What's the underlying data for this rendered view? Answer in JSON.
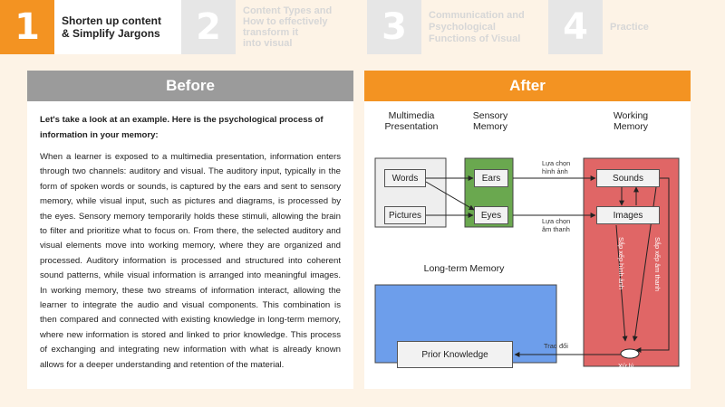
{
  "steps": [
    {
      "number": "1",
      "label_line1": "Shorten up content",
      "label_line2": "& Simplify Jargons"
    },
    {
      "number": "2",
      "label_line1": "Content Types and",
      "label_line2": "How to effectively",
      "label_line3": "transform it",
      "label_line4": "into visual"
    },
    {
      "number": "3",
      "label_line1": "Communication and",
      "label_line2": "Psychological",
      "label_line3": "Functions of Visual"
    },
    {
      "number": "4",
      "label_line1": "Practice"
    }
  ],
  "before": {
    "title": "Before",
    "intro": "Let's take a look at an example. Here is the psychological process of information in your memory:",
    "paragraph": "When a learner is exposed to a multimedia presentation, information enters through two channels: auditory and visual. The auditory input, typically in the form of spoken words or sounds, is captured by the ears and sent to sensory memory, while visual input, such as pictures and diagrams, is processed by the eyes. Sensory memory temporarily holds these stimuli, allowing the brain to filter and prioritize what to focus on. From there, the selected auditory and visual elements move into working memory, where they are organized and processed. Auditory information is processed and structured into coherent sound patterns, while visual information is arranged into meaningful images. In working memory, these two streams of information interact, allowing the learner to integrate the audio and visual components. This combination is then compared and connected with existing knowledge in long-term memory, where new information is stored and linked to prior knowledge. This process of exchanging and integrating new information with what is already known allows for a deeper understanding and retention of the material."
  },
  "after": {
    "title": "After",
    "diagram": {
      "multimedia_line1": "Multimedia",
      "multimedia_line2": "Presentation",
      "sensory_line1": "Sensory",
      "sensory_line2": "Memory",
      "working_line1": "Working",
      "working_line2": "Memory",
      "longterm": "Long-term Memory",
      "words": "Words",
      "pictures": "Pictures",
      "ears": "Ears",
      "eyes": "Eyes",
      "sounds": "Sounds",
      "images": "Images",
      "prior_knowledge": "Prior Knowledge",
      "select_images_line1": "Lựa chọn",
      "select_images_line2": "hình ảnh",
      "select_sounds_line1": "Lựa chọn",
      "select_sounds_line2": "âm thanh",
      "arrange_images": "Sắp xếp hình ảnh",
      "arrange_sounds": "Sắp xếp âm thanh",
      "exchange": "Trao đổi",
      "process": "Xử lý",
      "colors": {
        "multimedia_bg": "#eeeeee",
        "sensory_bg": "#6aa84f",
        "working_bg": "#e06666",
        "longterm_bg": "#6d9eeb",
        "accent": "#f39322"
      }
    }
  }
}
